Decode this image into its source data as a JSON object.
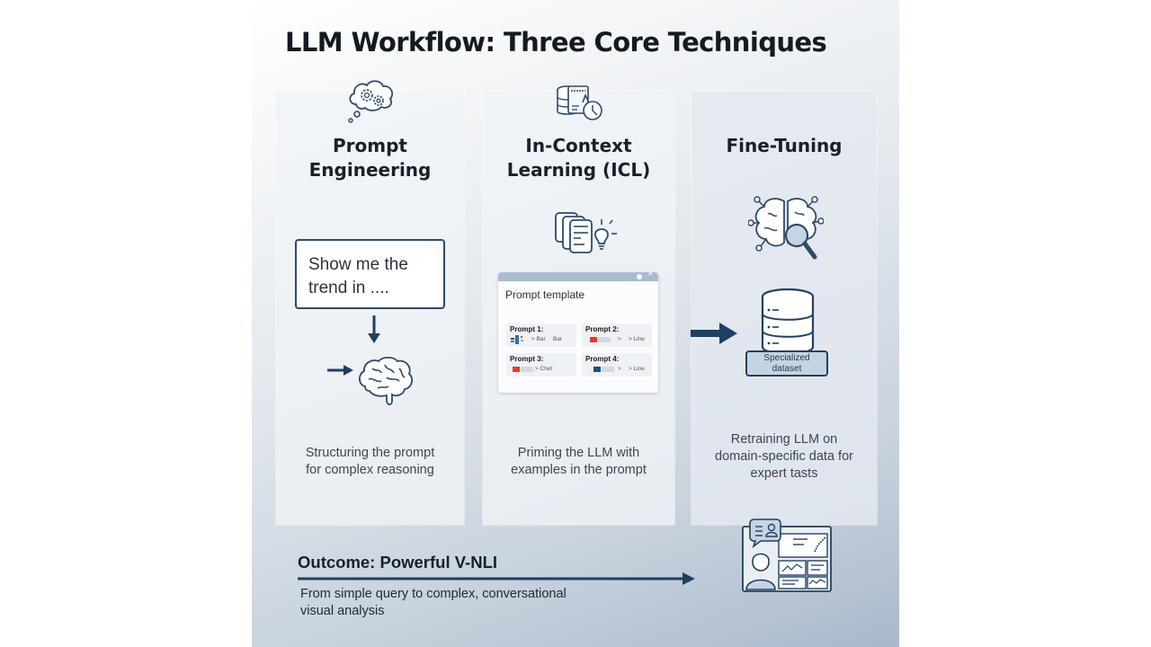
{
  "title": "LLM Workflow: Three Core Techniques",
  "colors": {
    "primary_navy": "#1f3f63",
    "accent_red": "#e23b2e",
    "accent_navy_swatch": "#1f4f7a",
    "text_dark": "#141a22"
  },
  "cards": [
    {
      "id": "prompt-engineering",
      "icon": "thought-cloud-gears-icon",
      "title_lines": [
        "Prompt",
        "Engineering"
      ],
      "example_prompt_lines": [
        "Show me the",
        "trend in ...."
      ],
      "flow_icons": [
        "arrow-down-icon",
        "arrow-right-icon",
        "brain-icon"
      ],
      "description_lines": [
        "Structuring the prompt",
        "for complex reasoning"
      ]
    },
    {
      "id": "in-context-learning",
      "icon": "database-document-refresh-icon",
      "title_lines": [
        "In-Context",
        "Learning (ICL)"
      ],
      "secondary_icon": "documents-lightbulb-icon",
      "template": {
        "title": "Prompt template",
        "window_controls": [
          "dot-icon",
          "close-icon"
        ],
        "close_glyph": "×",
        "prompts": [
          {
            "label": "Prompt 1:",
            "hint_a": "> Bar",
            "hint_b": "Bar",
            "swatch": "chart-thumbnail"
          },
          {
            "label": "Prompt 2:",
            "hint_a": ">",
            "hint_b": "> Line",
            "swatch": "#e23b2e"
          },
          {
            "label": "Prompt 3:",
            "hint_a": "> Chet",
            "hint_b": "",
            "swatch": "#e23b2e"
          },
          {
            "label": "Prompt 4:",
            "hint_a": ">",
            "hint_b": "> Line",
            "swatch": "#1f4f7a"
          }
        ]
      },
      "description_lines": [
        "Priming the LLM with",
        "examples in the prompt"
      ]
    },
    {
      "id": "fine-tuning",
      "title_lines": [
        "Fine-Tuning"
      ],
      "icon": "brain-magnifier-icon",
      "dataset_label_lines": [
        "Specialized",
        "dataset"
      ],
      "dataset_icon": "database-icon",
      "description_lines": [
        "Retraining LLM on",
        "domain-specific data for",
        "expert tasts"
      ]
    }
  ],
  "outcome": {
    "title": "Outcome: Powerful V-NLI",
    "description_lines": [
      "From simple query to complex, conversational",
      "visual analysis"
    ],
    "icon": "user-dashboard-chat-icon"
  }
}
